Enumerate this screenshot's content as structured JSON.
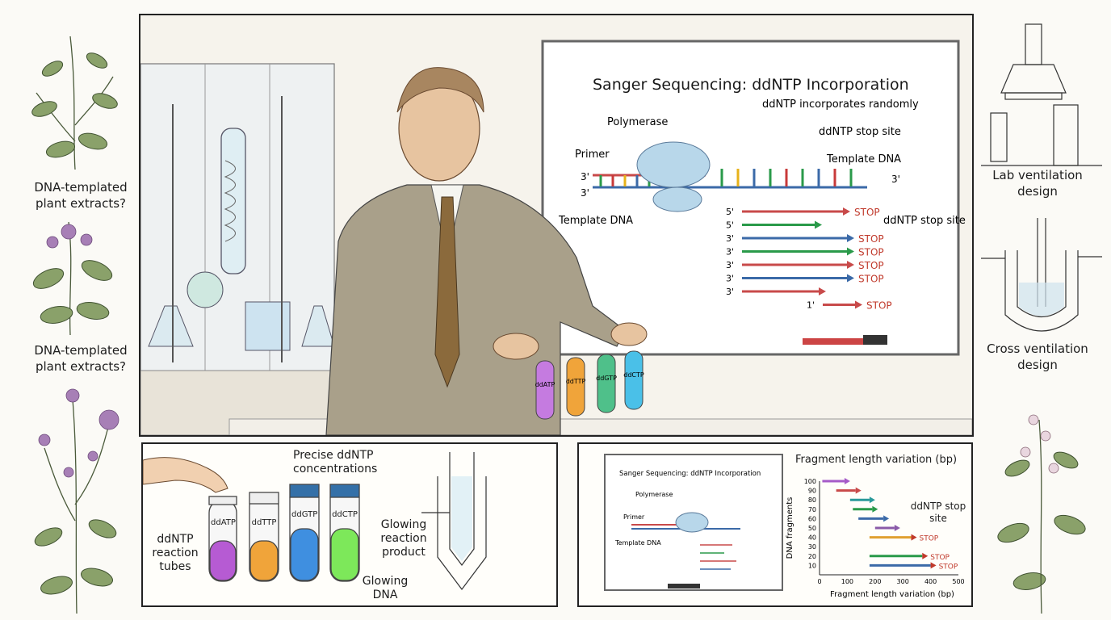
{
  "left_labels": [
    "DNA-templated plant extracts?",
    "DNA-templated plant extracts?"
  ],
  "right_labels": [
    "Lab ventilation design",
    "Cross ventilation design"
  ],
  "whiteboard": {
    "title": "Sanger Sequencing: ddNTP Incorporation",
    "polymerase": "Polymerase",
    "primer": "Primer",
    "incorporates": "ddNTP incorporates randomly",
    "stop_site": "ddNTP stop site",
    "template_top": "Template DNA",
    "template_bottom": "Template DNA",
    "stop_site_right": "ddNTP stop site",
    "strand_labels": [
      "3'",
      "3'",
      "3'"
    ],
    "fragments": [
      {
        "prime": "5'",
        "stop": "STOP"
      },
      {
        "prime": "5'",
        "stop": ""
      },
      {
        "prime": "3'",
        "stop": "STOP"
      },
      {
        "prime": "3'",
        "stop": "STOP"
      },
      {
        "prime": "3'",
        "stop": "STOP"
      },
      {
        "prime": "3'",
        "stop": "STOP"
      },
      {
        "prime": "3'",
        "stop": ""
      },
      {
        "prime": "1'",
        "stop": "STOP"
      }
    ]
  },
  "bench_tubes": [
    "ddATP",
    "ddTTP",
    "ddGTP",
    "ddCTP"
  ],
  "bottom_left": {
    "precise": "Precise ddNTP concentrations",
    "tubes_label": "ddNTP reaction tubes",
    "glowing_product": "Glowing reaction product",
    "glowing_dna": "Glowing DNA",
    "tubes": [
      "ddATP",
      "ddTTP",
      "ddGTP",
      "ddCTP"
    ]
  },
  "bottom_right": {
    "mini_title": "Sanger Sequencing: ddNTP Incorporation",
    "mini_polymerase": "Polymerase",
    "mini_primer": "Primer",
    "mini_template": "Template DNA",
    "chart_title": "Fragment length variation (bp)",
    "ylabel": "DNA fragments",
    "xlabel": "Fragment length variation (bp)",
    "annotation": "ddNTP stop site",
    "stop": "STOP"
  },
  "chart_data": {
    "type": "bar",
    "title": "Fragment length variation (bp)",
    "xlabel": "Fragment length variation (bp)",
    "ylabel": "DNA fragments",
    "xlim": [
      0,
      500
    ],
    "ylim": [
      0,
      100
    ],
    "xticks": [
      0,
      100,
      200,
      300,
      400,
      500
    ],
    "yticks": [
      10,
      20,
      30,
      40,
      50,
      60,
      70,
      80,
      90,
      100
    ],
    "series": [
      {
        "y": 100,
        "x_start": 10,
        "x_end": 90,
        "stop": false
      },
      {
        "y": 90,
        "x_start": 60,
        "x_end": 130,
        "stop": false
      },
      {
        "y": 80,
        "x_start": 110,
        "x_end": 180,
        "stop": false
      },
      {
        "y": 70,
        "x_start": 120,
        "x_end": 190,
        "stop": false
      },
      {
        "y": 60,
        "x_start": 140,
        "x_end": 230,
        "stop": false
      },
      {
        "y": 50,
        "x_start": 200,
        "x_end": 270,
        "stop": false
      },
      {
        "y": 40,
        "x_start": 180,
        "x_end": 330,
        "stop": true
      },
      {
        "y": 20,
        "x_start": 180,
        "x_end": 370,
        "stop": true
      },
      {
        "y": 10,
        "x_start": 180,
        "x_end": 400,
        "stop": true
      }
    ]
  }
}
